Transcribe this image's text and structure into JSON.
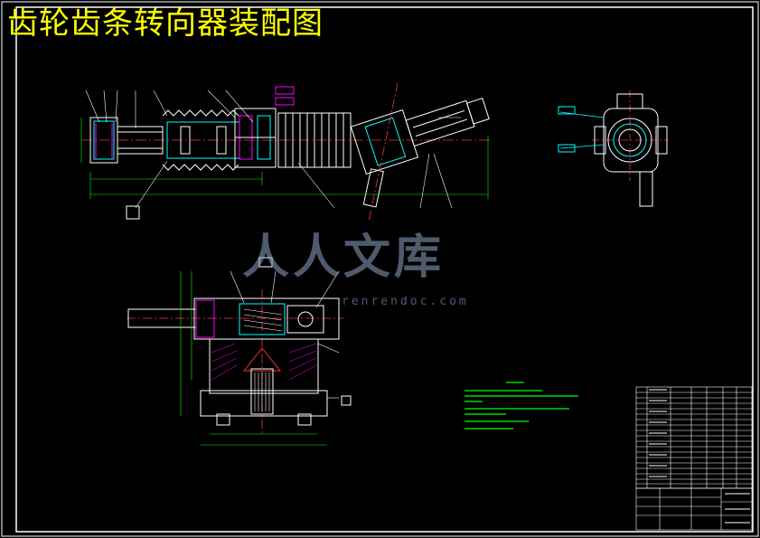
{
  "drawing": {
    "title": "齿轮齿条转向器装配图",
    "background": "#000000",
    "title_color": "#ffff00",
    "line_color": "#ffffff",
    "accent_colors": {
      "part": "#00ffff",
      "center_line": "#ff3030",
      "dimension": "#00ff00",
      "section": "#ff00ff",
      "note": "#00ff00"
    }
  },
  "watermark": {
    "text": "人人文库",
    "url": "renrendoc.com",
    "color": "#8fa6c7"
  }
}
